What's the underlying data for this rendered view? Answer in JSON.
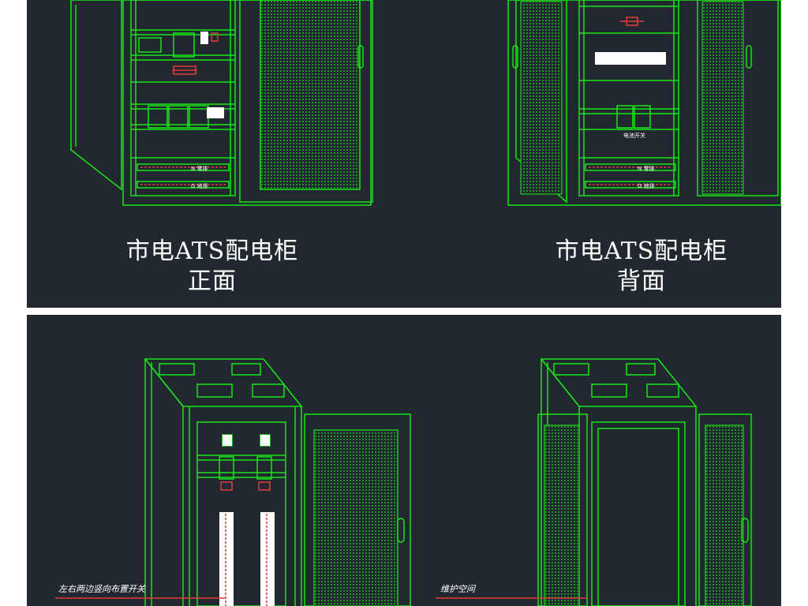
{
  "colors": {
    "background": "#21282f",
    "outer": "#ffffff",
    "linework": "#19e619",
    "busbar": "#e23b3b",
    "text": "#ffffff"
  },
  "top": {
    "front_view": {
      "caption_line1": "市电ATS配电柜",
      "caption_line2": "正面",
      "n_bar_label": "N 零排",
      "g_bar_label": "G 地排"
    },
    "back_view": {
      "caption_line1": "市电ATS配电柜",
      "caption_line2": "背面",
      "switch_label": "电池开关",
      "n_bar_label": "N 零排",
      "g_bar_label": "G 地排"
    }
  },
  "bottom": {
    "left_note": "左右两边竖向布置开关",
    "right_note": "维护空间"
  },
  "icons": [
    "door-handle-icon",
    "breaker-icon",
    "busbar-icon",
    "vent-mesh-icon"
  ]
}
